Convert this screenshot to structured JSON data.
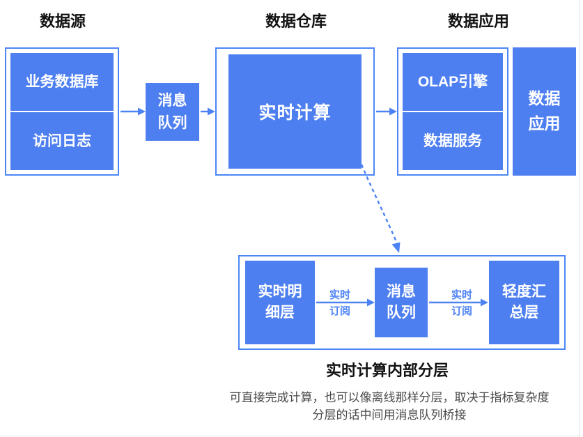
{
  "colors": {
    "box_fill_blue": "#4e7ff0",
    "frame_border_blue": "#4c86f6",
    "arrow_blue": "#4c82f4",
    "title_black": "#111111",
    "note_gray": "#4a4a4a",
    "box_text_white": "#ffffff"
  },
  "sections": {
    "source": {
      "title": "数据源",
      "boxes": [
        "业务数据库",
        "访问日志"
      ]
    },
    "warehouse": {
      "title": "数据仓库",
      "compute_label": "实时计算"
    },
    "application": {
      "title": "数据应用",
      "boxes": [
        "OLAP引擎",
        "数据服务"
      ],
      "app_label": "数据\n应用"
    }
  },
  "message_queue_label": "消息\n队列",
  "subdiagram": {
    "caption": "实时计算内部分层",
    "boxes": {
      "detail_layer": "实时明\n细层",
      "queue": "消息\n队列",
      "summary_layer": "轻度汇\n总层"
    },
    "arrow_labels": [
      "实时\n订阅",
      "实时\n订阅"
    ]
  },
  "footnote": {
    "line1": "可直接完成计算，也可以像离线那样分层，取决于指标复杂度",
    "line2": "分层的话中间用消息队列桥接"
  }
}
